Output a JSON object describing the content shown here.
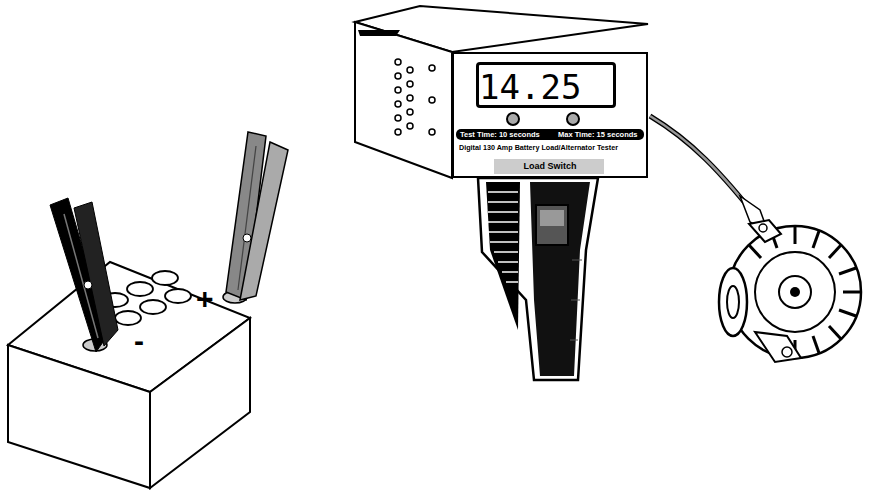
{
  "diagram": {
    "nodes": [
      {
        "text": [
          "Test Time: 10 seconds",
          "Max Time: 15 seconds",
          "Digital 130 Amp Battery Load/Alternator Tester",
          "Load Switch"
        ]
      },
      {
        "text": [
          "14.25"
        ],
        "in": 0
      },
      {
        "text": [
          "-",
          "+"
        ]
      }
    ],
    "edges": [
      {
        "from": 2,
        "to": 0,
        "arrow": "none"
      },
      {
        "from": 2,
        "to": 0,
        "arrow": "none"
      }
    ]
  }
}
